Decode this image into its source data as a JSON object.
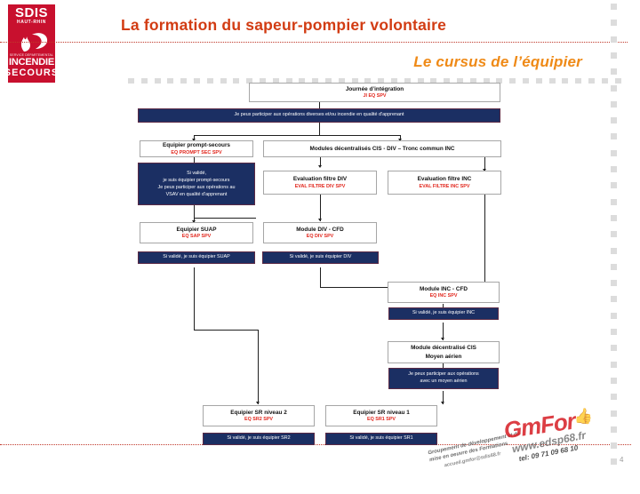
{
  "brand": {
    "logo_line1": "SDIS",
    "logo_line2": "HAUT-RHIN",
    "logo_line3": "SERVICE DEPARTEMENTAL",
    "logo_line4": "INCENDIE",
    "logo_line5": "SECOURS",
    "logo_color": "#c8102e",
    "flame_icon": "flame-helmet-icon"
  },
  "header": {
    "title": "La formation du sapeur-pompier volontaire",
    "title_color": "#d23c13",
    "subtitle": "Le cursus de l’équipier",
    "subtitle_color": "#ef8a17"
  },
  "footer": {
    "page_number": "4",
    "watermark": {
      "brand": "GmFor",
      "thumb_icon": "thumbs-up-icon",
      "website": "www.edsp68.fr",
      "phone": "tel: 09 71 09 68 10",
      "group": "Groupement de développement et de mise en oeuvre des Formations",
      "email": "accueil.gmfor@sdis68.fr"
    }
  },
  "chart_data": {
    "type": "diagram",
    "title": "Le cursus de l’équipier",
    "node_colors": {
      "box_border": "#a6a6a6",
      "box_bg": "#ffffff",
      "code_text": "#e1261c",
      "band_bg": "#1b2f63",
      "band_text": "#ffffff"
    },
    "nodes": [
      {
        "id": "ji",
        "kind": "box",
        "name": "Journée d’intégration",
        "code": "JI EQ SPV"
      },
      {
        "id": "band_ji",
        "kind": "band",
        "lines": [
          "Je peux participer aux opérations diverses et/ou incendie en qualité d’apprenant"
        ]
      },
      {
        "id": "eps",
        "kind": "box",
        "name": "Equipier prompt-secours",
        "code": "EQ PROMPT SEC SPV"
      },
      {
        "id": "band_eps",
        "kind": "band",
        "lines": [
          "Si validé,",
          "je suis équipier prompt-secours",
          "Je peux participer aux opérations au",
          "VSAV en qualité d’apprenant"
        ]
      },
      {
        "id": "mod",
        "kind": "box",
        "name": "Modules décentralisés CIS - DIV – Tronc commun INC",
        "code": ""
      },
      {
        "id": "evdiv",
        "kind": "box",
        "name": "Evaluation filtre DIV",
        "code": "EVAL FILTRE DIV SPV"
      },
      {
        "id": "evinc",
        "kind": "box",
        "name": "Evaluation filtre INC",
        "code": "EVAL FILTRE INC SPV"
      },
      {
        "id": "suap",
        "kind": "box",
        "name": "Equipier SUAP",
        "code": "EQ SAP SPV"
      },
      {
        "id": "band_suap",
        "kind": "band",
        "lines": [
          "Si validé, je suis équipier SUAP"
        ]
      },
      {
        "id": "divcfd",
        "kind": "box",
        "name": "Module DIV - CFD",
        "code": "EQ DIV SPV"
      },
      {
        "id": "band_div",
        "kind": "band",
        "lines": [
          "Si validé, je suis équipier DIV"
        ]
      },
      {
        "id": "inccfd",
        "kind": "box",
        "name": "Module INC - CFD",
        "code": "EQ INC SPV"
      },
      {
        "id": "band_inc",
        "kind": "band",
        "lines": [
          "Si validé, je suis équipier INC"
        ]
      },
      {
        "id": "aerien",
        "kind": "box2",
        "name": "Module décentralisé CIS",
        "name2": "Moyen aérien",
        "code": ""
      },
      {
        "id": "band_aer",
        "kind": "band",
        "lines": [
          "Je peux participer aux opérations",
          "avec un moyen aérien"
        ]
      },
      {
        "id": "sr2",
        "kind": "box",
        "name": "Equipier SR niveau 2",
        "code": "EQ SR2 SPV"
      },
      {
        "id": "band_sr2",
        "kind": "band",
        "lines": [
          "Si validé, je suis équipier SR2"
        ]
      },
      {
        "id": "sr1",
        "kind": "box",
        "name": "Equipier SR niveau 1",
        "code": "EQ SR1 SPV"
      },
      {
        "id": "band_sr1",
        "kind": "band",
        "lines": [
          "Si validé, je suis équipier SR1"
        ]
      }
    ],
    "edges": [
      "ji -> band_ji",
      "band_ji -> eps",
      "band_ji -> mod",
      "eps -> band_eps",
      "band_eps -> suap",
      "mod -> evdiv",
      "mod -> evinc",
      "evdiv -> divcfd",
      "divcfd -> band_div",
      "band_div -> inccfd",
      "evinc -> inccfd",
      "inccfd -> band_inc",
      "band_inc -> aerien",
      "aerien -> band_aer",
      "band_aer -> sr1",
      "suap -> band_suap",
      "band_suap -> sr2",
      "sr2 -> band_sr2",
      "sr1 -> band_sr1"
    ]
  }
}
